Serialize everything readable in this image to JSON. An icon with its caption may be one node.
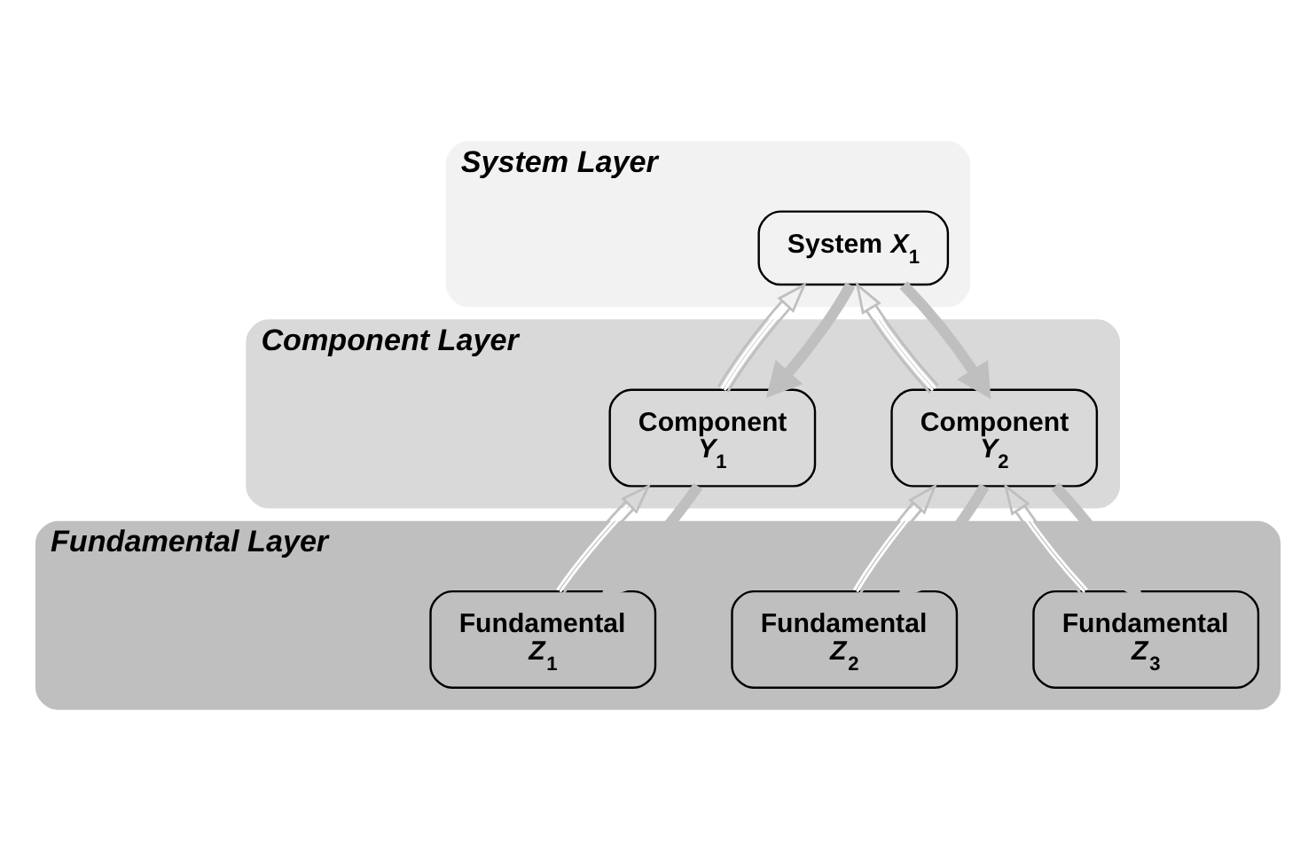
{
  "diagram": {
    "nodes": [
      {
        "text": [
          "System Layer"
        ]
      },
      {
        "text": [
          "System *X*$_{1}$"
        ],
        "in": 0
      },
      {
        "text": [
          "Component Layer"
        ]
      },
      {
        "text": [
          "Component *Y*$_{1}$"
        ],
        "in": 2
      },
      {
        "text": [
          "Component *Y*$_{2}$"
        ],
        "in": 2
      },
      {
        "text": [
          "Fundamental Layer"
        ]
      },
      {
        "text": [
          "Fundamental *Z*$_{1}$"
        ],
        "in": 5
      },
      {
        "text": [
          "Fundamental *Z*$_{2}$"
        ],
        "in": 5
      },
      {
        "text": [
          "Fundamental *Z*$_{3}$"
        ],
        "in": 5
      }
    ],
    "edges": [
      {
        "from": 3,
        "to": 1,
        "arrow": "to"
      },
      {
        "from": 1,
        "to": 3,
        "arrow": "to",
        "style": "thick"
      },
      {
        "from": 1,
        "to": 4,
        "arrow": "to",
        "style": "thick"
      },
      {
        "from": 4,
        "to": 1,
        "arrow": "to"
      },
      {
        "from": 6,
        "to": 3,
        "arrow": "to"
      },
      {
        "from": 3,
        "to": 6,
        "arrow": "to",
        "style": "thick"
      },
      {
        "from": 7,
        "to": 4,
        "arrow": "to"
      },
      {
        "from": 4,
        "to": 7,
        "arrow": "to",
        "style": "thick"
      },
      {
        "from": 4,
        "to": 8,
        "arrow": "to",
        "style": "thick"
      },
      {
        "from": 8,
        "to": 4,
        "arrow": "to"
      }
    ]
  }
}
